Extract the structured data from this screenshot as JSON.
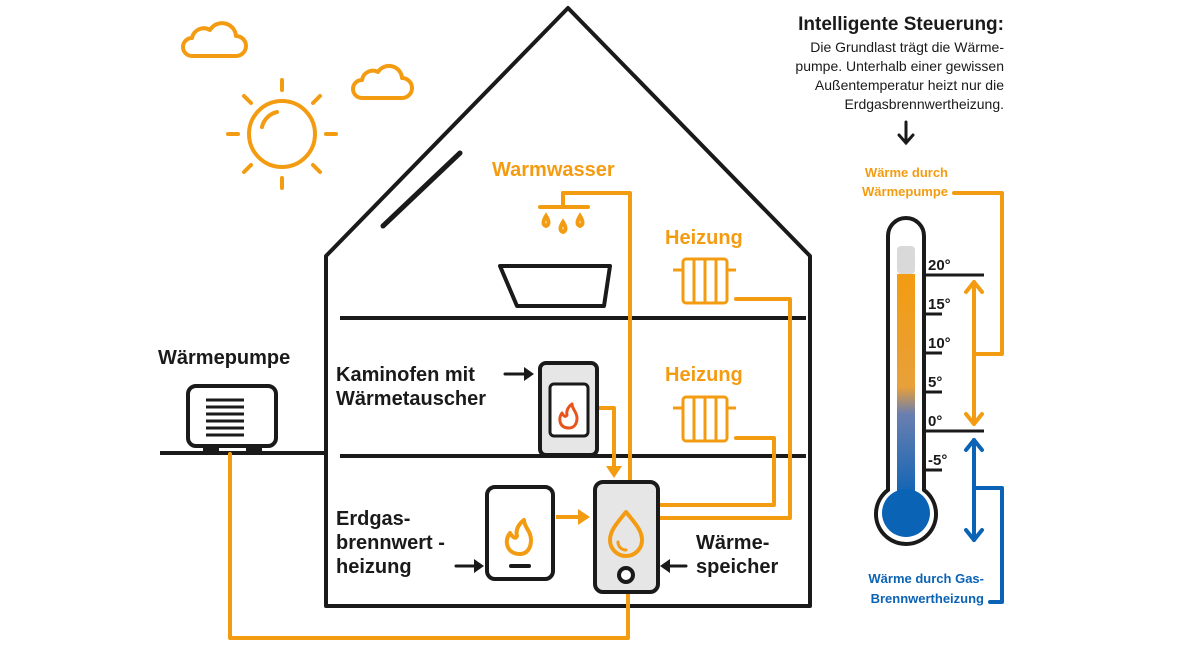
{
  "labels": {
    "warmwasser": "Warmwasser",
    "heizung_top": "Heizung",
    "heizung_mid": "Heizung",
    "waermepumpe": "Wärmepumpe",
    "kaminofen_1": "Kaminofen mit",
    "kaminofen_2": "Wärmetauscher",
    "erdgas_1": "Erdgas-",
    "erdgas_2": "brennwert -",
    "erdgas_3": "heizung",
    "speicher_1": "Wärme-",
    "speicher_2": "speicher"
  },
  "note": {
    "title": "Intelligente Steuerung:",
    "lines": [
      "Die Grundlast trägt die Wärme-",
      "pumpe. Unterhalb einer gewissen",
      "Außentemperatur heizt nur die",
      "Erdgasbrennwertheizung."
    ]
  },
  "thermometer": {
    "heat_pump_label": [
      "Wärme durch",
      "Wärmepumpe"
    ],
    "gas_label": [
      "Wärme durch Gas-",
      "Brennwertheizung"
    ],
    "ticks": [
      "20°",
      "15°",
      "10°",
      "5°",
      "0°",
      "-5°"
    ]
  },
  "colors": {
    "orange": "#f39c12",
    "blue": "#0b63b5",
    "outline": "#1a1a1a",
    "flame": "#e8541c",
    "appliance_grey": "#e6e6e6"
  },
  "icons": [
    "sun-icon",
    "cloud-icon",
    "cloud-icon",
    "shower-icon",
    "radiator-icon",
    "radiator-icon",
    "flame-icon",
    "flame-icon",
    "drop-icon",
    "arrow-down-icon"
  ]
}
